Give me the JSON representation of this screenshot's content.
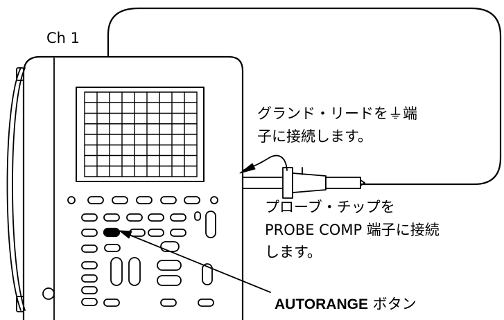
{
  "labels": {
    "channel": "Ch 1",
    "ground_lead_line1": "グランド・リードを",
    "ground_symbol": "⏚",
    "ground_lead_line1_end": "端",
    "ground_lead_line2": "子に接続します。",
    "probe_tip_line1": "プローブ・チップを",
    "probe_tip_line2": "PROBE COMP 端子に接続",
    "probe_tip_line3": "します。",
    "autorange_bold": "AUTORANGE",
    "autorange_rest": " ボタン"
  },
  "colors": {
    "stroke": "#000000",
    "background": "#ffffff",
    "autorange_button_fill": "#000000"
  }
}
